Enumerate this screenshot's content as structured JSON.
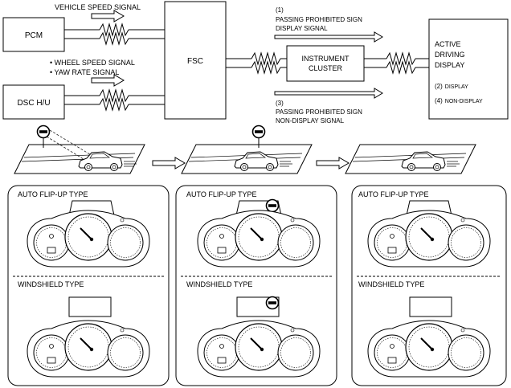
{
  "blocks": {
    "pcm": "PCM",
    "dsc": "DSC H/U",
    "fsc": "FSC",
    "cluster_line1": "INSTRUMENT",
    "cluster_line2": "CLUSTER",
    "ad_line1": "ACTIVE",
    "ad_line2": "DRIVING",
    "ad_line3": "DISPLAY"
  },
  "signals": {
    "vehicle_speed": "VEHICLE SPEED SIGNAL",
    "wheel_speed": "• WHEEL SPEED SIGNAL",
    "yaw_rate": "• YAW RATE SIGNAL",
    "sig1_num": "(1)",
    "sig1_line1": "PASSING PROHIBITED SIGN",
    "sig1_line2": "DISPLAY SIGNAL",
    "sig3_num": "(3)",
    "sig3_line1": "PASSING PROHIBITED SIGN",
    "sig3_line2": "NON-DISPLAY SIGNAL"
  },
  "active_display_states": {
    "display_num": "(2)",
    "display_label": "DISPLAY",
    "nondisplay_num": "(4)",
    "nondisplay_label": "NON-DISPLAY"
  },
  "panels": {
    "auto_flip_up": "AUTO FLIP-UP TYPE",
    "windshield": "WINDSHIELD TYPE"
  },
  "colors": {
    "line": "#000000",
    "background": "#ffffff"
  },
  "icons": {
    "sign": "passing-prohibited-sign-icon",
    "car": "car-icon",
    "arrow": "right-arrow-icon"
  }
}
